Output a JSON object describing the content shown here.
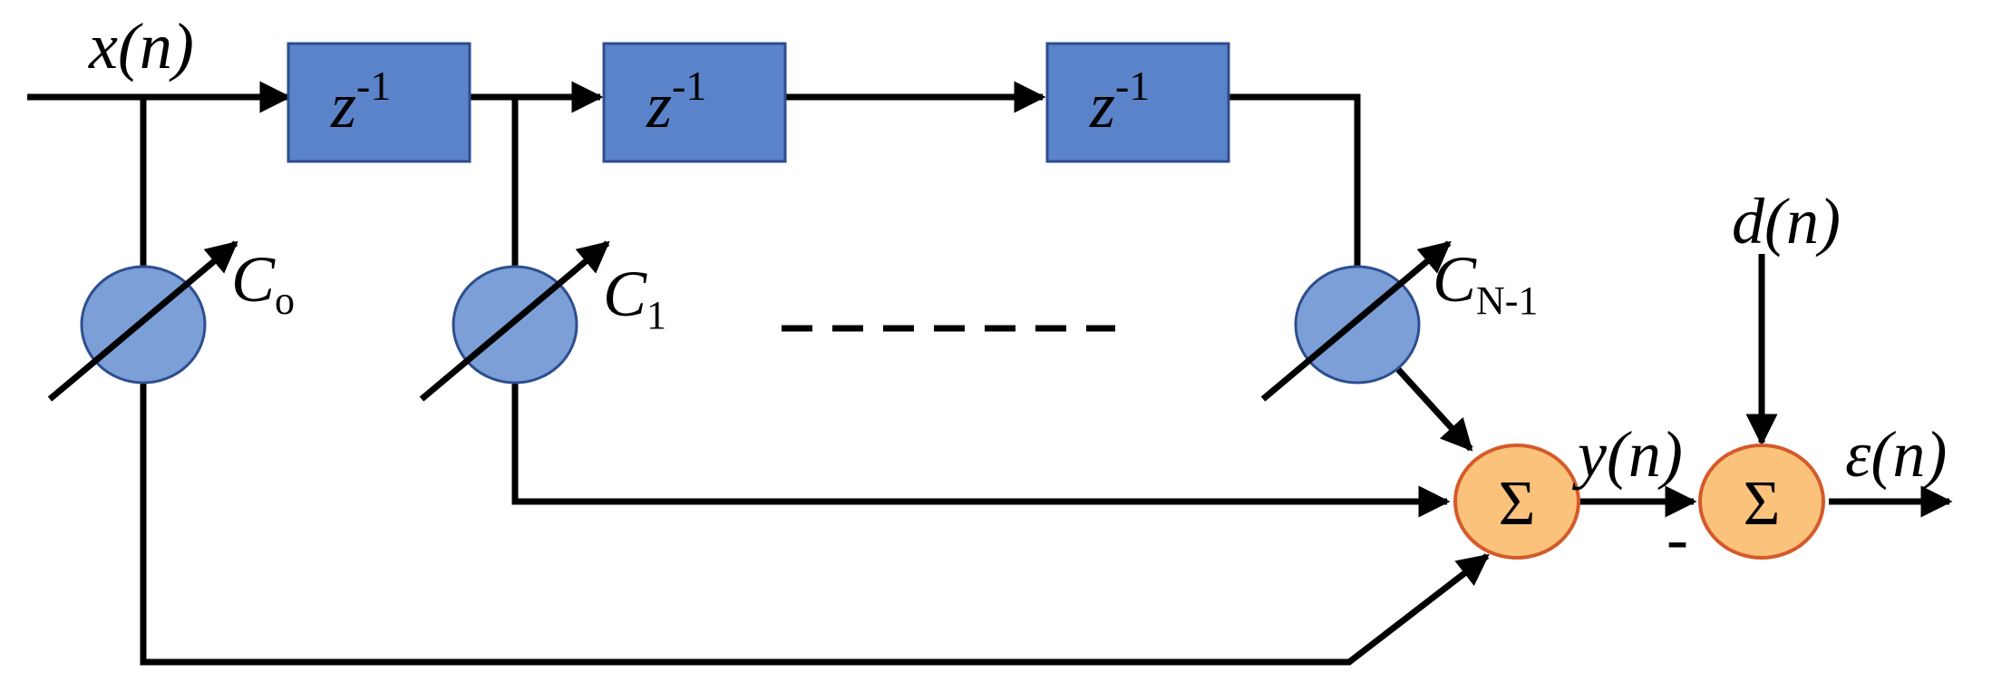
{
  "signals": {
    "input": "x(n)",
    "desired": "d(n)",
    "output": "y(n)",
    "error": "ε(n)"
  },
  "delay_blocks": [
    {
      "base": "z",
      "exponent": "-1"
    },
    {
      "base": "z",
      "exponent": "-1"
    },
    {
      "base": "z",
      "exponent": "-1"
    }
  ],
  "coefficients": [
    {
      "symbol": "C",
      "subscript": "o"
    },
    {
      "symbol": "C",
      "subscript": "1"
    },
    {
      "symbol": "C",
      "subscript": "N-1"
    }
  ],
  "summers": [
    {
      "symbol": "Σ"
    },
    {
      "symbol": "Σ"
    }
  ],
  "minus_sign": "-",
  "colors": {
    "delay_fill": "#5b83c9",
    "coefficient_fill": "#7c9fd8",
    "summer_fill": "#fbc27c",
    "summer_stroke": "#d45a2a",
    "wire": "#000000"
  }
}
